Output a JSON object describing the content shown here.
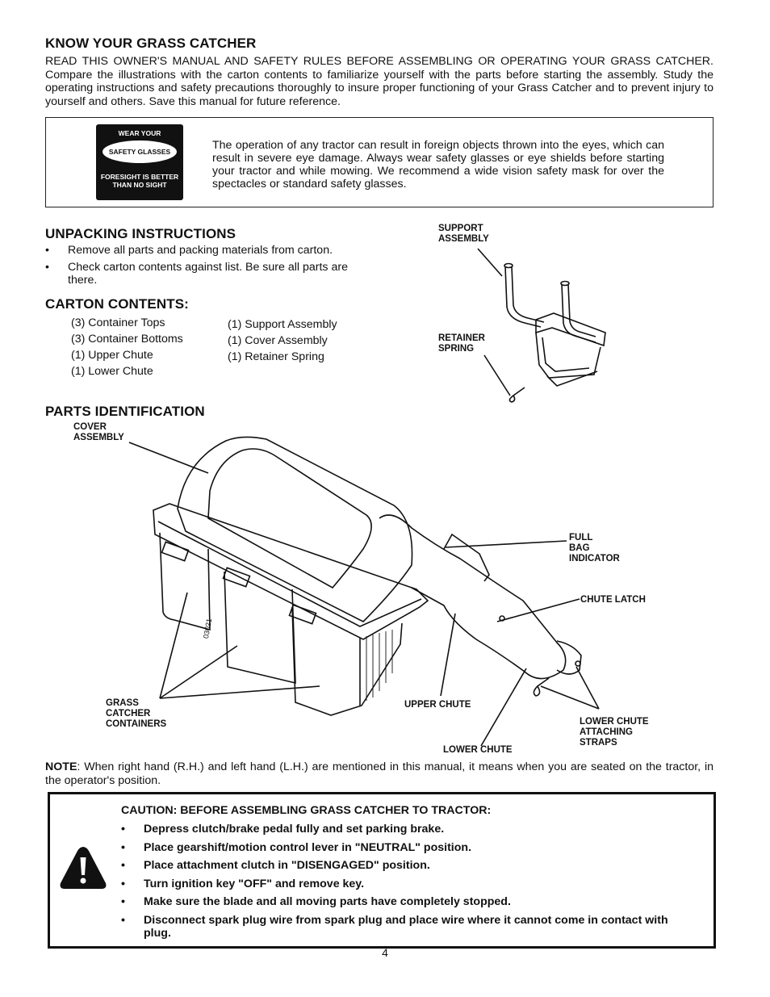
{
  "know": {
    "heading": "KNOW YOUR GRASS CATCHER",
    "intro": "READ THIS OWNER'S MANUAL AND SAFETY RULES BEFORE ASSEMBLING OR OPERATING YOUR GRASS CATCHER. Compare the illustrations with the carton contents to familiarize yourself with the parts before starting the assembly. Study the operating instructions and safety precautions thoroughly to insure proper functioning of your Grass Catcher and to prevent injury to yourself and others.  Save this manual for future reference."
  },
  "safety_badge": {
    "line1": "WEAR YOUR",
    "line2": "SAFETY GLASSES",
    "line3": "FORESIGHT IS BETTER",
    "line4": "THAN NO SIGHT"
  },
  "safety_text": "The operation of any tractor can result in foreign objects thrown into the eyes, which can result in severe eye damage. Always wear safety glasses or eye shields before starting your tractor and while mowing. We recommend a  wide vision safety mask for over the spectacles or standard safety glasses.",
  "unpacking": {
    "heading": "UNPACKING INSTRUCTIONS",
    "bullet_char": "•",
    "items": [
      "Remove all parts and packing materials from carton.",
      "Check carton contents against list.  Be sure all parts are there."
    ]
  },
  "carton": {
    "heading": "CARTON CONTENTS:",
    "col1": [
      "(3) Container Tops",
      "(3) Container Bottoms",
      "(1) Upper Chute",
      "(1) Lower Chute"
    ],
    "col2": [
      "(1) Support Assembly",
      "(1) Cover Assembly",
      "(1)  Retainer Spring"
    ]
  },
  "support_labels": {
    "support_a": "SUPPORT",
    "support_b": "ASSEMBLY",
    "retainer_a": "RETAINER",
    "retainer_b": "SPRING"
  },
  "parts": {
    "heading": "PARTS   IDENTIFICATION",
    "cover_a": "COVER",
    "cover_b": "ASSEMBLY",
    "full_a": "FULL",
    "full_b": "BAG",
    "full_c": "INDICATOR",
    "chute_latch": "CHUTE LATCH",
    "grass_a": "GRASS",
    "grass_b": "CATCHER",
    "grass_c": "CONTAINERS",
    "upper_chute": "UPPER CHUTE",
    "lower_chute": "LOWER CHUTE",
    "straps_a": "LOWER CHUTE",
    "straps_b": "ATTACHING",
    "straps_c": "STRAPS",
    "figure_code": "03021"
  },
  "note": {
    "label": "NOTE",
    "text": ": When right hand (R.H.) and left hand (L.H.) are mentioned in this manual, it means when you are seated on the tractor, in the operator's position."
  },
  "caution": {
    "title": "CAUTION:  BEFORE ASSEMBLING GRASS CATCHER TO TRACTOR:",
    "bullet_char": "•",
    "items": [
      "Depress clutch/brake pedal fully and set parking brake.",
      "Place gearshift/motion control lever in \"NEUTRAL\" position.",
      "Place attachment clutch in \"DISENGAGED\" position.",
      "Turn ignition key \"OFF\" and remove key.",
      "Make sure the blade and all moving parts have completely stopped.",
      "Disconnect spark plug wire from spark plug and place wire where it cannot come in contact with plug."
    ]
  },
  "page_number": "4"
}
